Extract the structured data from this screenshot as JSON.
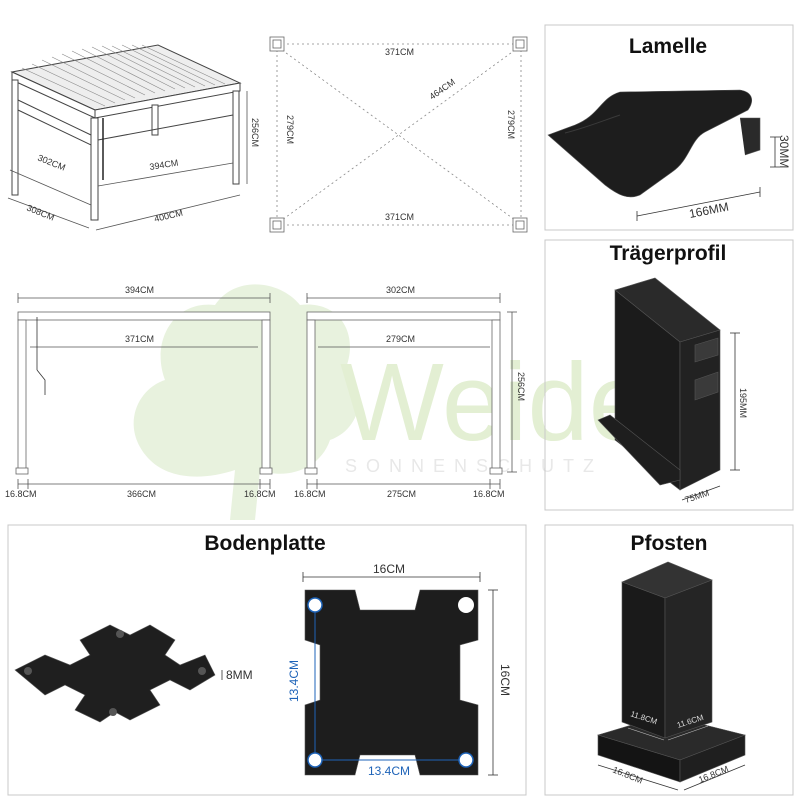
{
  "watermark": {
    "brand": "Weide",
    "tagline": "SONNENSCHUTZ"
  },
  "overview_3d": {
    "height": "256CM",
    "depth_front": "302CM",
    "inner_width": "394CM",
    "depth_total": "308CM",
    "width_total": "400CM"
  },
  "plan": {
    "top": "371CM",
    "bottom": "371CM",
    "left": "279CM",
    "right": "279CM",
    "diagonal": "464CM"
  },
  "front_view": {
    "width_top": "394CM",
    "inner": "371CM",
    "foot_left": "16.8CM",
    "middle": "366CM",
    "foot_right": "16.8CM"
  },
  "side_view": {
    "width_top": "302CM",
    "inner": "279CM",
    "height": "256CM",
    "foot_left": "16.8CM",
    "middle": "275CM",
    "foot_right": "16.8CM"
  },
  "lamelle": {
    "title": "Lamelle",
    "width": "166MM",
    "height": "30MM"
  },
  "traegerprofil": {
    "title": "Trägerprofil",
    "height": "195MM",
    "width": "75MM"
  },
  "bodenplatte": {
    "title": "Bodenplatte",
    "thickness": "8MM",
    "width": "16CM",
    "height": "16CM",
    "hole_vertical": "13.4CM",
    "hole_horizontal": "13.4CM"
  },
  "pfosten": {
    "title": "Pfosten",
    "inner_a": "11.8CM",
    "inner_b": "11.6CM",
    "base_a": "16.8CM",
    "base_b": "16.8CM"
  }
}
